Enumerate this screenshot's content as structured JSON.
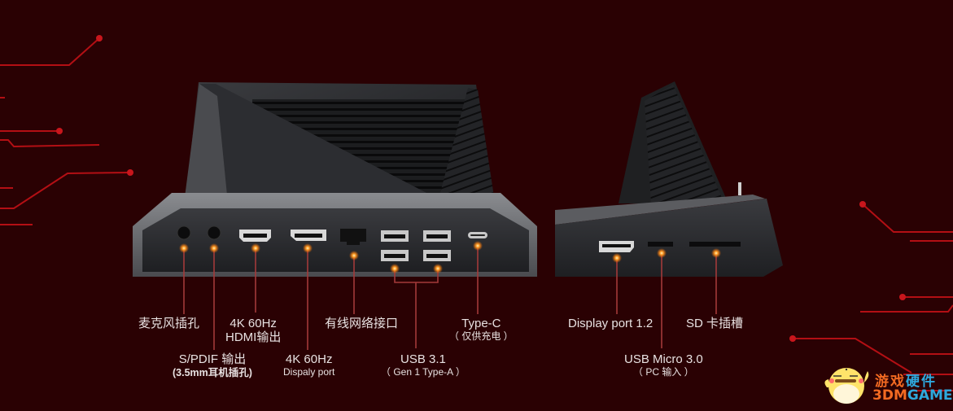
{
  "colors": {
    "background": "#2a0103",
    "circuit_line": "#b30f14",
    "callout_line": "#a33a3a",
    "callout_dot": "#ff8a1e",
    "label_text": "#e8e2e2",
    "device_body": "#2a2b2e",
    "watermark_orange": "#f26a22",
    "watermark_blue": "#2ea8dc"
  },
  "front_view": {
    "labels": [
      {
        "id": "mic",
        "main": "麦克风插孔"
      },
      {
        "id": "spdif",
        "main": "S/PDIF 输出",
        "sub": "(3.5mm耳机插孔)"
      },
      {
        "id": "hdmi",
        "main": "4K 60Hz",
        "main2": "HDMI输出"
      },
      {
        "id": "dp",
        "main": "4K 60Hz",
        "sub": "Dispaly port"
      },
      {
        "id": "lan",
        "main": "有线网络接口"
      },
      {
        "id": "usb31",
        "main": "USB 3.1",
        "sub": "（ Gen 1 Type-A ）"
      },
      {
        "id": "typec",
        "main": "Type-C",
        "sub": "（ 仅供充电 ）"
      }
    ]
  },
  "side_view": {
    "labels": [
      {
        "id": "dp12",
        "main": "Display port 1.2"
      },
      {
        "id": "usbmicro",
        "main": "USB Micro 3.0",
        "sub": "（ PC 输入 ）"
      },
      {
        "id": "sd",
        "main": "SD 卡插槽"
      }
    ]
  },
  "watermark": {
    "mascot_icon": "yellow-chick-mascot",
    "cn_part1": "游戏",
    "cn_part2": "硬件",
    "en_part1": "3DM",
    "en_part2": "GAME"
  }
}
